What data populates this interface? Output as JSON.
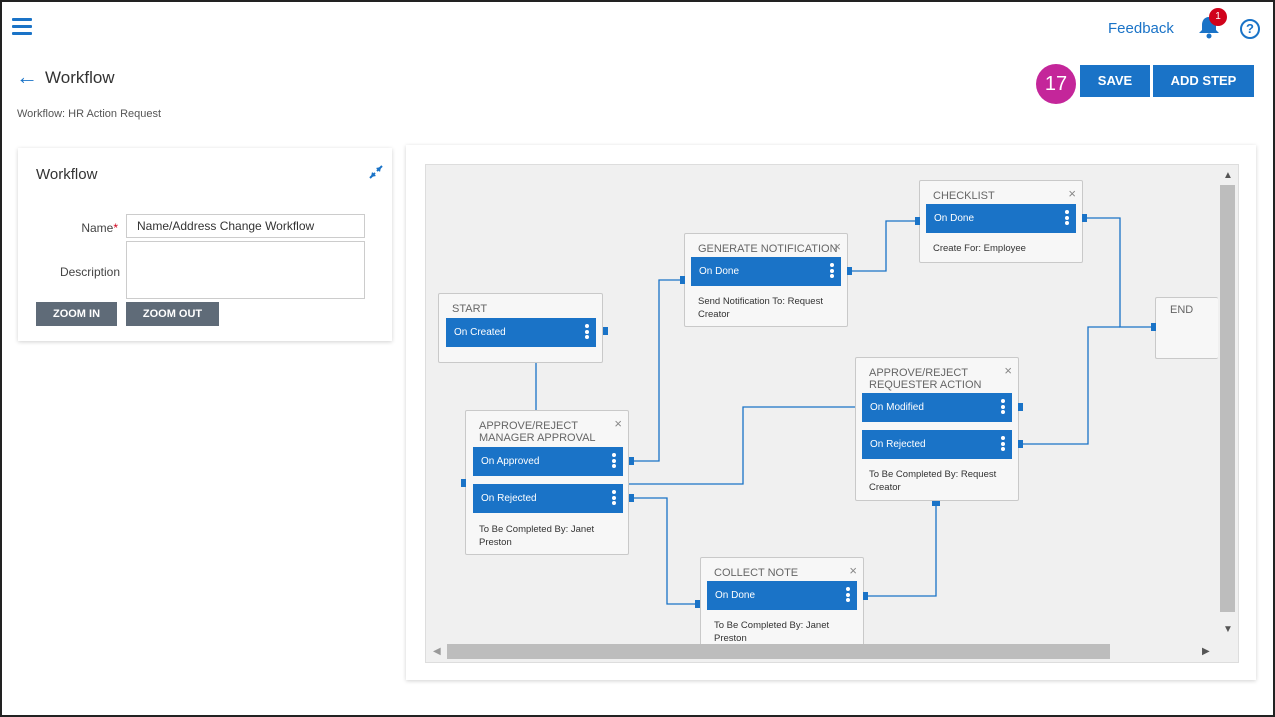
{
  "header": {
    "feedback_label": "Feedback",
    "notification_count": "1",
    "help_glyph": "?"
  },
  "page": {
    "title": "Workflow",
    "breadcrumb": "Workflow: HR Action Request",
    "step_number": "17"
  },
  "toolbar": {
    "save_label": "SAVE",
    "add_step_label": "ADD STEP"
  },
  "panel": {
    "title": "Workflow",
    "name_label": "Name",
    "required_marker": "*",
    "name_value": "Name/Address Change Workflow",
    "description_label": "Description",
    "description_value": "",
    "zoom_in_label": "ZOOM IN",
    "zoom_out_label": "ZOOM OUT"
  },
  "nodes": {
    "start": {
      "title": "START",
      "events": [
        "On Created"
      ]
    },
    "manager": {
      "title": "APPROVE/REJECT MANAGER APPROVAL",
      "events": [
        "On Approved",
        "On Rejected"
      ],
      "note": "To Be Completed By: Janet Preston"
    },
    "notification": {
      "title": "GENERATE NOTIFICATION",
      "events": [
        "On Done"
      ],
      "note": "Send Notification To: Request Creator"
    },
    "checklist": {
      "title": "CHECKLIST",
      "events": [
        "On Done"
      ],
      "note": "Create For: Employee"
    },
    "requester": {
      "title": "APPROVE/REJECT REQUESTER ACTION",
      "events": [
        "On Modified",
        "On Rejected"
      ],
      "note": "To Be Completed By: Request Creator"
    },
    "collect": {
      "title": "COLLECT NOTE",
      "events": [
        "On Done"
      ],
      "note": "To Be Completed By: Janet Preston"
    },
    "end": {
      "title": "END"
    }
  },
  "icons": {
    "close": "×",
    "menu": "vertical-dots-icon"
  },
  "colors": {
    "accent": "#1a73c7",
    "step_badge": "#c4269a",
    "secondary_button": "#5f6b78",
    "notification_badge": "#d0021b"
  }
}
